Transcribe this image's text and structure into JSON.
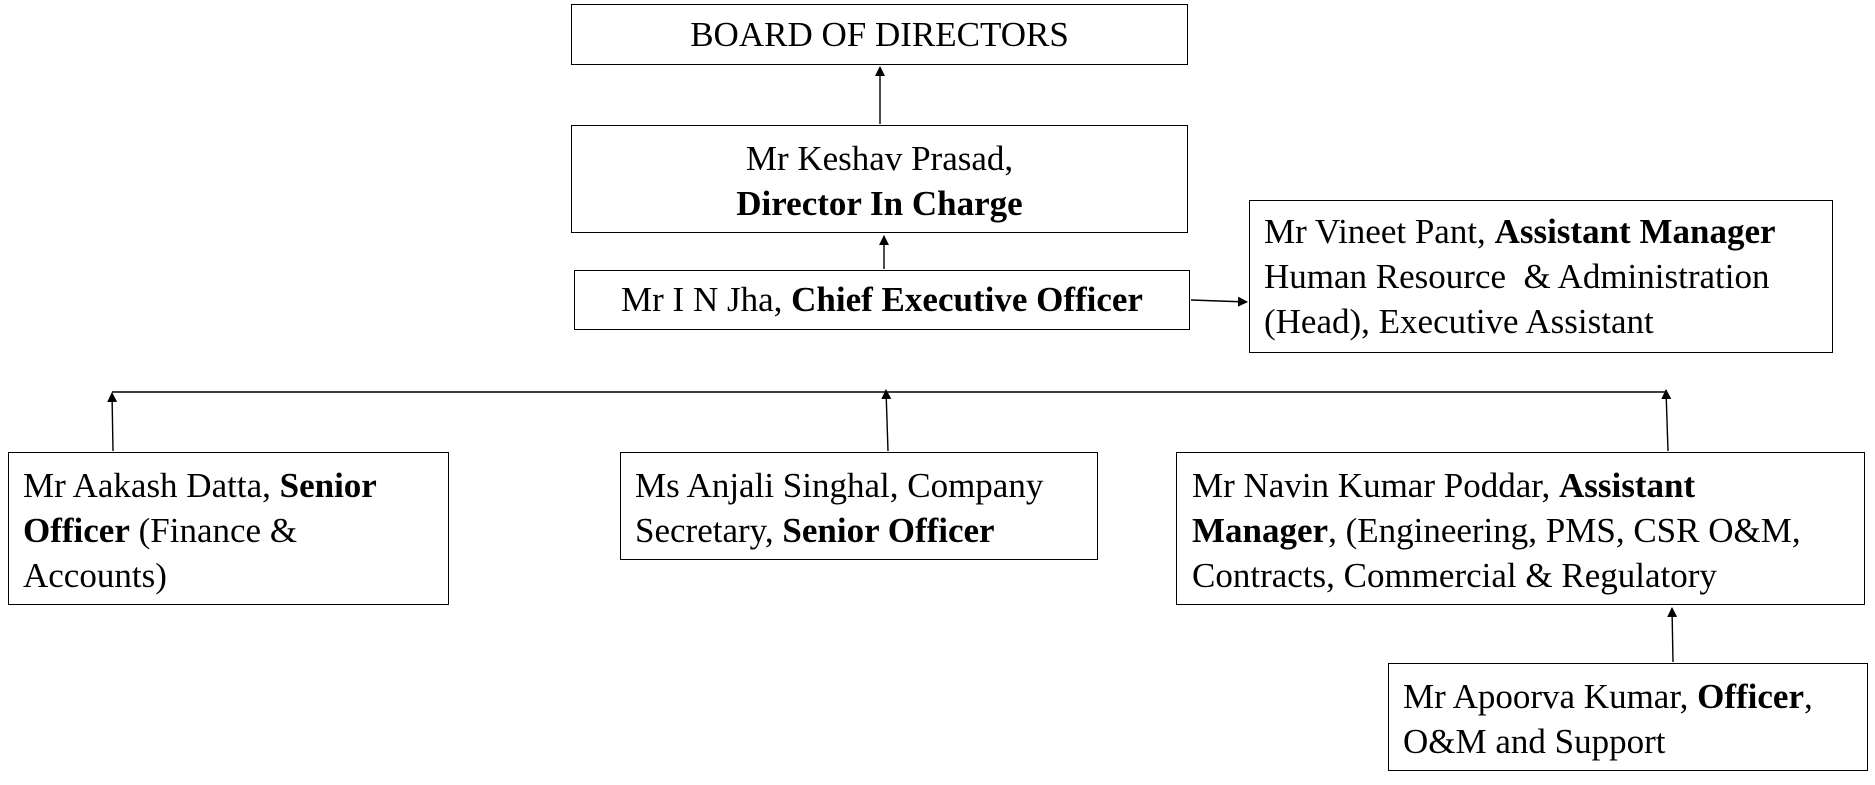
{
  "board": {
    "title": "BOARD OF DIRECTORS"
  },
  "keshav": {
    "name": "Mr Keshav Prasad,",
    "role": "Director In Charge"
  },
  "jha": {
    "name": "Mr I N Jha, ",
    "role": "Chief Executive Officer"
  },
  "vineet": {
    "name": "Mr Vineet Pant, ",
    "role": "Assistant Manager",
    "line2": "Human Resource  & Administration",
    "line3": "(Head), Executive Assistant"
  },
  "aakash": {
    "name": "Mr Aakash Datta, ",
    "role_part1": "Senior",
    "role_part2": "Officer",
    "dept_part1": " (Finance &",
    "dept_part2": "Accounts)"
  },
  "anjali": {
    "name": "Ms Anjali Singhal, Company",
    "line2": "Secretary, ",
    "role": "Senior Officer"
  },
  "navin": {
    "name": "Mr Navin Kumar Poddar, ",
    "role_part1": "Assistant",
    "role_part2": "Manager",
    "dept_part1": ", (Engineering, PMS, CSR O&M,",
    "dept_part2": "Contracts, Commercial & Regulatory"
  },
  "apoorva": {
    "name": "Mr Apoorva Kumar, ",
    "role": "Officer",
    "role_suffix": ",",
    "line2": "O&M and Support"
  }
}
